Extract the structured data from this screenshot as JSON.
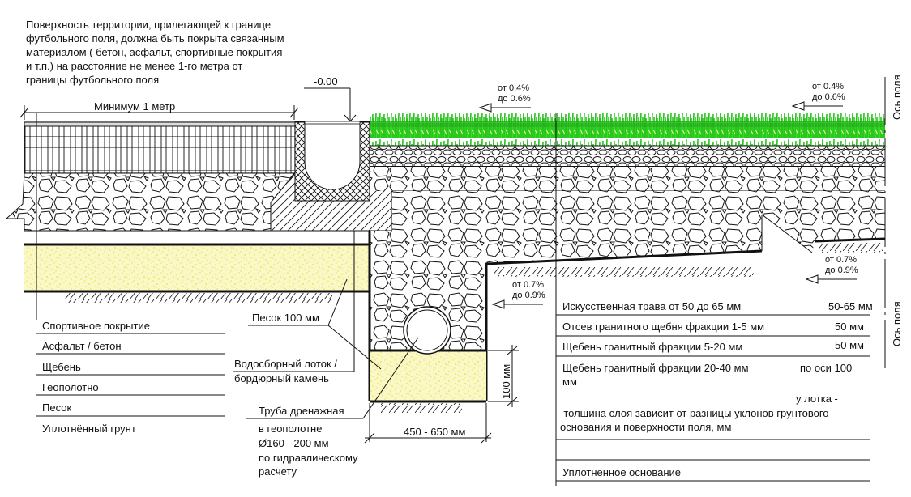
{
  "title_note": "Поверхность территории, прилегающей к границе\nфутбольного поля, должна быть покрыта связанным\nматериалом   ( бетон, асфальт, спортивные покрытия\nи т.п.)    на расстояние не менее 1-го метра от\nграницы футбольного поля",
  "dimensions": {
    "minimum_width": "Минимум 1 метр",
    "level_mark": "-0.00",
    "sand_height": "100 мм",
    "trench_width": "450 - 650 мм"
  },
  "slopes": {
    "surface_mid": {
      "from": "от 0.4%",
      "to": "до 0.6%"
    },
    "surface_right": {
      "from": "от 0.4%",
      "to": "до 0.6%"
    },
    "base_mid": {
      "from": "от 0.7%",
      "to": "до 0.9%"
    },
    "base_right": {
      "from": "от 0.7%",
      "to": "до 0.9%"
    }
  },
  "axis_labels": {
    "top": "Ось поля",
    "bottom": "Ось поля"
  },
  "left_legend": [
    "Спортивное покрытие",
    "Асфальт / бетон",
    "Щебень",
    "Геополотно",
    "Песок",
    "Уплотнённый грунт"
  ],
  "callouts": {
    "sand": "Песок 100 мм",
    "gutter_line1": "Водосборный лоток /",
    "gutter_line2": "бордюрный камень",
    "pipe_line1": "Труба дренажная",
    "pipe_line2": "в геополотне",
    "pipe_line3": "Ø160 - 200 мм",
    "pipe_line4": "по гидравлическому",
    "pipe_line5": "расчету"
  },
  "right_legend": [
    {
      "label": "Искусственная трава от 50 до 65 мм",
      "value": "50-65 мм"
    },
    {
      "label": "Отсев гранитного щебня фракции 1-5 мм",
      "value": "50 мм"
    },
    {
      "label": "Щебень гранитный фракции 5-20 мм",
      "value": "50 мм"
    },
    {
      "label": "Щебень гранитный фракции 20-40 мм",
      "value": "по оси  100"
    }
  ],
  "right_legend_extra": {
    "unit_wrap": "мм",
    "at_gutter": "у лотка -",
    "note_line1": "-толщина слоя зависит от разницы уклонов грунтового",
    "note_line2": "основания и поверхности поля, мм",
    "empty_row": "",
    "base": "Уплотненное основание"
  },
  "colors": {
    "grass": "#33dd22",
    "sand": "#fbf8c8",
    "sand_dots": "#e8e04a",
    "line": "#111111"
  }
}
